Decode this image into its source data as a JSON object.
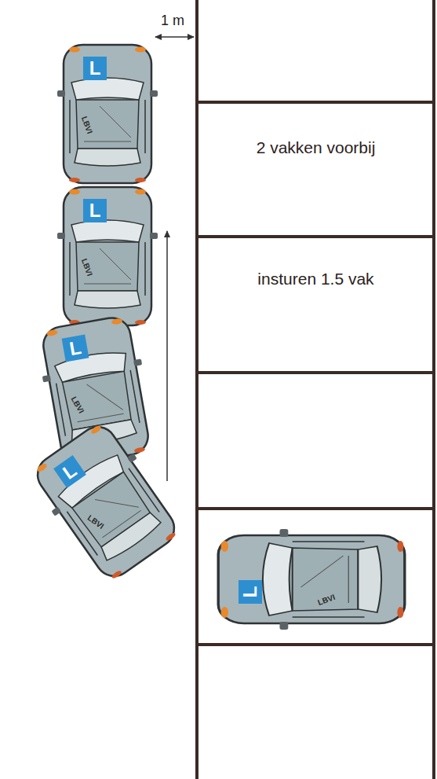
{
  "diagram": {
    "nodes": [
      {
        "text": [
          "2 vakken voorbij"
        ]
      },
      {
        "text": [
          "insturen 1.5 vak"
        ]
      }
    ],
    "labels": [
      "1 m",
      "L",
      "LBVI",
      "L",
      "LBVI",
      "L",
      "LBVI",
      "L",
      "LBVI",
      "L",
      "LBVI"
    ]
  }
}
